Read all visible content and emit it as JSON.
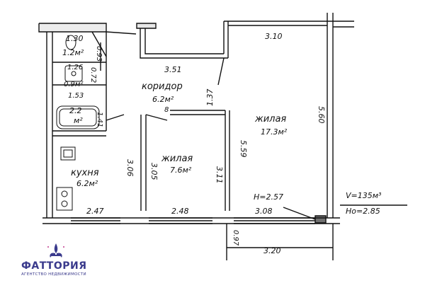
{
  "rooms": {
    "corridor": {
      "name": "коридор",
      "area": "6.2м²"
    },
    "living_large": {
      "name": "жилая",
      "area": "17.3м²"
    },
    "living_small": {
      "name": "жилая",
      "area": "7.6м²"
    },
    "kitchen": {
      "name": "кухня",
      "area": "6.2м²"
    },
    "wc": {
      "area": "1.2м²"
    },
    "bath_sink": {
      "area": "0.9м²"
    },
    "bath": {
      "area": "2.2",
      "unit": "м²"
    }
  },
  "dimensions": {
    "d_1_30": "1.30",
    "d_0_93": "0.93",
    "d_1_26": "1.26",
    "d_0_72": "0.72",
    "d_1_53": "1.53",
    "d_1_41": "1.41",
    "d_3_51": "3.51",
    "d_3_10": "3.10",
    "d_1_37": "1.37",
    "d_8": "8",
    "d_5_59": "5.59",
    "d_5_60": "5.60",
    "d_3_06": "3.06",
    "d_3_05": "3.05",
    "d_3_11": "3.11",
    "d_2_47": "2.47",
    "d_2_48": "2.48",
    "d_3_08": "3.08",
    "d_3_20": "3.20",
    "d_0_97": "0.97"
  },
  "notes": {
    "height": "H=2.57",
    "volume": "V=135м³",
    "ho": "Ho=2.85"
  },
  "logo": {
    "name": "ФАТТОРИЯ",
    "tagline": "АГЕНТСТВО НЕДВИЖИМОСТИ",
    "color": "#3a3a8c"
  },
  "colors": {
    "ink": "#111111",
    "paper": "#ffffff"
  }
}
